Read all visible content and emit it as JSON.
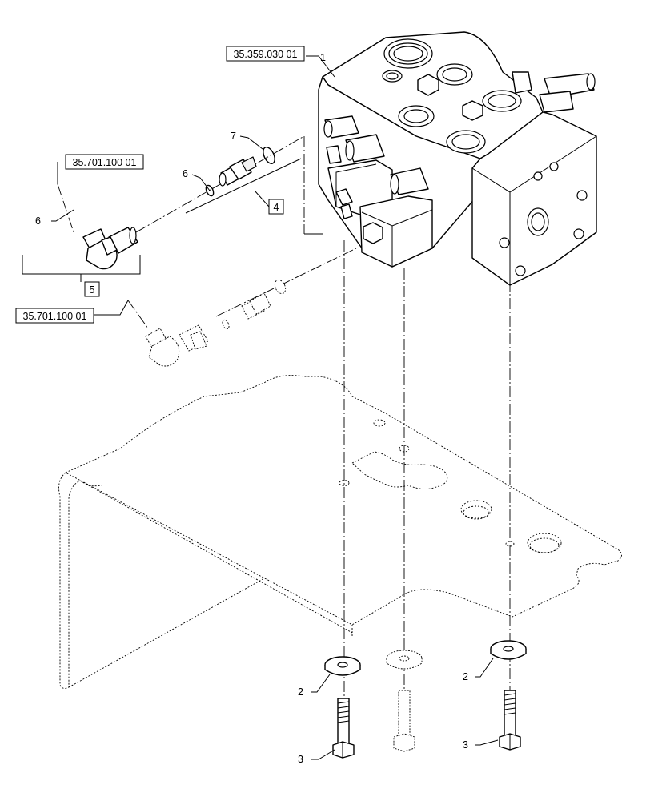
{
  "references": {
    "valve_ref": "35.359.030 01",
    "hose_ref_upper": "35.701.100 01",
    "hose_ref_lower": "35.701.100 01"
  },
  "callouts": {
    "item1": "1",
    "item2_left": "2",
    "item2_right": "2",
    "item3_left": "3",
    "item3_right": "3",
    "item6_upper": "6",
    "item6_left": "6",
    "item7": "7",
    "kit4": "4",
    "kit5": "5"
  }
}
